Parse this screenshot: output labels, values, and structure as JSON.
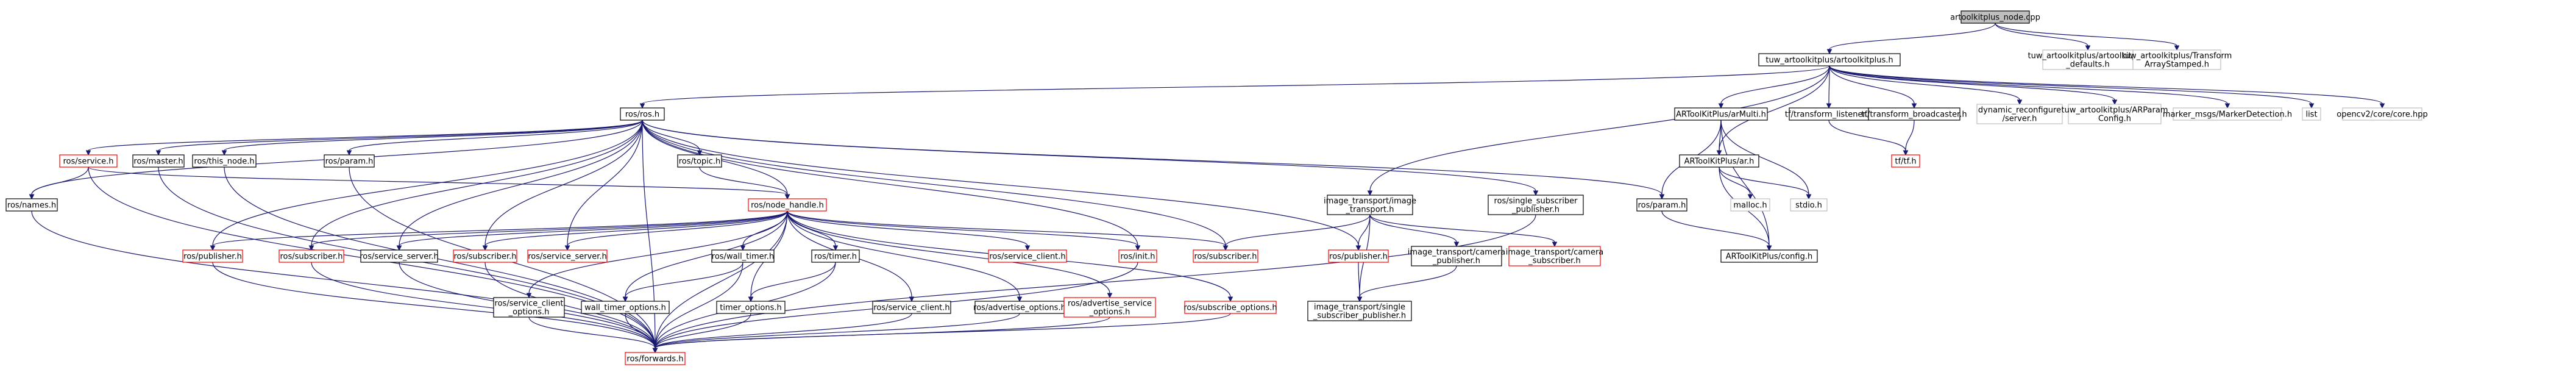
{
  "graph": {
    "nodes": [
      {
        "id": "root",
        "lines": [
          "artoolkitplus_node.cpp"
        ],
        "style": "root"
      },
      {
        "id": "tuw_main",
        "lines": [
          "tuw_artoolkitplus/artoolkitplus.h"
        ],
        "style": "normal"
      },
      {
        "id": "tuw_defaults",
        "lines": [
          "tuw_artoolkitplus/artoolkitplus",
          "_defaults.h"
        ],
        "style": "ext"
      },
      {
        "id": "tuw_transform",
        "lines": [
          "tuw_artoolkitplus/Transform",
          "ArrayStamped.h"
        ],
        "style": "ext"
      },
      {
        "id": "ros_ros",
        "lines": [
          "ros/ros.h"
        ],
        "style": "normal"
      },
      {
        "id": "armulti",
        "lines": [
          "ARToolKitPlus/arMulti.h"
        ],
        "style": "normal"
      },
      {
        "id": "tf_listener",
        "lines": [
          "tf/transform_listener.h"
        ],
        "style": "normal"
      },
      {
        "id": "tf_broadcaster",
        "lines": [
          "tf/transform_broadcaster.h"
        ],
        "style": "normal"
      },
      {
        "id": "dyn_reconf",
        "lines": [
          "dynamic_reconfigure",
          "/server.h"
        ],
        "style": "ext"
      },
      {
        "id": "tuw_arparam",
        "lines": [
          "tuw_artoolkitplus/ARParam",
          "Config.h"
        ],
        "style": "ext"
      },
      {
        "id": "marker_msgs",
        "lines": [
          "marker_msgs/MarkerDetection.h"
        ],
        "style": "ext"
      },
      {
        "id": "list",
        "lines": [
          "list"
        ],
        "style": "ext"
      },
      {
        "id": "opencv",
        "lines": [
          "opencv2/core/core.hpp"
        ],
        "style": "ext"
      },
      {
        "id": "ros_service",
        "lines": [
          "ros/service.h"
        ],
        "style": "ref"
      },
      {
        "id": "ros_master",
        "lines": [
          "ros/master.h"
        ],
        "style": "normal"
      },
      {
        "id": "ros_this_node",
        "lines": [
          "ros/this_node.h"
        ],
        "style": "normal"
      },
      {
        "id": "ros_param_a",
        "lines": [
          "ros/param.h"
        ],
        "style": "normal"
      },
      {
        "id": "ros_topic",
        "lines": [
          "ros/topic.h"
        ],
        "style": "normal"
      },
      {
        "id": "image_transport",
        "lines": [
          "image_transport/image",
          "_transport.h"
        ],
        "style": "normal"
      },
      {
        "id": "ros_single_sub",
        "lines": [
          "ros/single_subscriber",
          "_publisher.h"
        ],
        "style": "normal"
      },
      {
        "id": "ros_param_b",
        "lines": [
          "ros/param.h"
        ],
        "style": "normal"
      },
      {
        "id": "ar_h",
        "lines": [
          "ARToolKitPlus/ar.h"
        ],
        "style": "normal"
      },
      {
        "id": "tf_tf",
        "lines": [
          "tf/tf.h"
        ],
        "style": "ref"
      },
      {
        "id": "ros_names",
        "lines": [
          "ros/names.h"
        ],
        "style": "normal"
      },
      {
        "id": "ros_node_handle",
        "lines": [
          "ros/node_handle.h"
        ],
        "style": "ref"
      },
      {
        "id": "malloc",
        "lines": [
          "malloc.h"
        ],
        "style": "ext"
      },
      {
        "id": "stdio",
        "lines": [
          "stdio.h"
        ],
        "style": "ext"
      },
      {
        "id": "ros_publisher_a",
        "lines": [
          "ros/publisher.h"
        ],
        "style": "ref"
      },
      {
        "id": "ros_subscriber_a",
        "lines": [
          "ros/subscriber.h"
        ],
        "style": "ref"
      },
      {
        "id": "ros_service_server_a",
        "lines": [
          "ros/service_server.h"
        ],
        "style": "normal"
      },
      {
        "id": "ros_subscriber_b",
        "lines": [
          "ros/subscriber.h"
        ],
        "style": "ref"
      },
      {
        "id": "ros_service_server_b",
        "lines": [
          "ros/service_server.h"
        ],
        "style": "ref"
      },
      {
        "id": "ros_wall_timer",
        "lines": [
          "ros/wall_timer.h"
        ],
        "style": "normal"
      },
      {
        "id": "ros_timer",
        "lines": [
          "ros/timer.h"
        ],
        "style": "normal"
      },
      {
        "id": "ros_service_client_a",
        "lines": [
          "ros/service_client.h"
        ],
        "style": "ref"
      },
      {
        "id": "ros_init",
        "lines": [
          "ros/init.h"
        ],
        "style": "ref"
      },
      {
        "id": "ros_subscriber_c",
        "lines": [
          "ros/subscriber.h"
        ],
        "style": "ref"
      },
      {
        "id": "ros_publisher_b",
        "lines": [
          "ros/publisher.h"
        ],
        "style": "ref"
      },
      {
        "id": "it_camera_pub",
        "lines": [
          "image_transport/camera",
          "_publisher.h"
        ],
        "style": "normal"
      },
      {
        "id": "it_camera_sub",
        "lines": [
          "image_transport/camera",
          "_subscriber.h"
        ],
        "style": "ref"
      },
      {
        "id": "arconfig",
        "lines": [
          "ARToolKitPlus/config.h"
        ],
        "style": "normal"
      },
      {
        "id": "ros_service_client_opts",
        "lines": [
          "ros/service_client",
          "_options.h"
        ],
        "style": "normal"
      },
      {
        "id": "ros_wall_timer_opts",
        "lines": [
          "wall_timer_options.h"
        ],
        "style": "normal"
      },
      {
        "id": "ros_timer_opts",
        "lines": [
          "timer_options.h"
        ],
        "style": "normal"
      },
      {
        "id": "ros_service_client_b",
        "lines": [
          "ros/service_client.h"
        ],
        "style": "normal"
      },
      {
        "id": "ros_advertise_opts",
        "lines": [
          "ros/advertise_options.h"
        ],
        "style": "normal"
      },
      {
        "id": "ros_advertise_service_opts",
        "lines": [
          "ros/advertise_service",
          "_options.h"
        ],
        "style": "ref"
      },
      {
        "id": "ros_subscribe_opts",
        "lines": [
          "ros/subscribe_options.h"
        ],
        "style": "ref"
      },
      {
        "id": "it_single_sub_pub",
        "lines": [
          "image_transport/single",
          "_subscriber_publisher.h"
        ],
        "style": "normal"
      },
      {
        "id": "ros_forwards",
        "lines": [
          "ros/forwards.h"
        ],
        "style": "ref"
      }
    ],
    "edges": [
      [
        "root",
        "tuw_main"
      ],
      [
        "root",
        "tuw_defaults"
      ],
      [
        "root",
        "tuw_transform"
      ],
      [
        "tuw_main",
        "ros_ros"
      ],
      [
        "tuw_main",
        "armulti"
      ],
      [
        "tuw_main",
        "ar_h"
      ],
      [
        "tuw_main",
        "tf_listener"
      ],
      [
        "tuw_main",
        "tf_broadcaster"
      ],
      [
        "tuw_main",
        "dyn_reconf"
      ],
      [
        "tuw_main",
        "tuw_arparam"
      ],
      [
        "tuw_main",
        "marker_msgs"
      ],
      [
        "tuw_main",
        "list"
      ],
      [
        "tuw_main",
        "opencv"
      ],
      [
        "tuw_main",
        "image_transport"
      ],
      [
        "ros_ros",
        "ros_service"
      ],
      [
        "ros_ros",
        "ros_master"
      ],
      [
        "ros_ros",
        "ros_this_node"
      ],
      [
        "ros_ros",
        "ros_param_a"
      ],
      [
        "ros_ros",
        "ros_topic"
      ],
      [
        "ros_ros",
        "ros_node_handle"
      ],
      [
        "ros_ros",
        "ros_names"
      ],
      [
        "ros_ros",
        "ros_publisher_a"
      ],
      [
        "ros_ros",
        "ros_subscriber_a"
      ],
      [
        "ros_ros",
        "ros_service_server_a"
      ],
      [
        "ros_ros",
        "ros_subscriber_b"
      ],
      [
        "ros_ros",
        "ros_service_server_b"
      ],
      [
        "ros_ros",
        "ros_init"
      ],
      [
        "ros_ros",
        "ros_subscriber_c"
      ],
      [
        "ros_ros",
        "ros_publisher_b"
      ],
      [
        "ros_ros",
        "ros_single_sub"
      ],
      [
        "ros_ros",
        "ros_param_b"
      ],
      [
        "ros_ros",
        "ros_forwards"
      ],
      [
        "ros_service",
        "ros_names"
      ],
      [
        "ros_service",
        "ros_node_handle"
      ],
      [
        "ros_service",
        "ros_forwards"
      ],
      [
        "ros_master",
        "ros_forwards"
      ],
      [
        "ros_this_node",
        "ros_forwards"
      ],
      [
        "ros_param_a",
        "ros_forwards"
      ],
      [
        "ros_topic",
        "ros_node_handle"
      ],
      [
        "ros_names",
        "ros_forwards"
      ],
      [
        "ros_node_handle",
        "ros_publisher_a"
      ],
      [
        "ros_node_handle",
        "ros_subscriber_a"
      ],
      [
        "ros_node_handle",
        "ros_service_server_a"
      ],
      [
        "ros_node_handle",
        "ros_subscriber_b"
      ],
      [
        "ros_node_handle",
        "ros_service_server_b"
      ],
      [
        "ros_node_handle",
        "ros_wall_timer"
      ],
      [
        "ros_node_handle",
        "ros_timer"
      ],
      [
        "ros_node_handle",
        "ros_service_client_a"
      ],
      [
        "ros_node_handle",
        "ros_init"
      ],
      [
        "ros_node_handle",
        "ros_subscriber_c"
      ],
      [
        "ros_node_handle",
        "ros_service_client_opts"
      ],
      [
        "ros_node_handle",
        "ros_wall_timer_opts"
      ],
      [
        "ros_node_handle",
        "ros_timer_opts"
      ],
      [
        "ros_node_handle",
        "ros_service_client_b"
      ],
      [
        "ros_node_handle",
        "ros_advertise_opts"
      ],
      [
        "ros_node_handle",
        "ros_advertise_service_opts"
      ],
      [
        "ros_node_handle",
        "ros_subscribe_opts"
      ],
      [
        "ros_node_handle",
        "ros_forwards"
      ],
      [
        "ros_publisher_a",
        "ros_forwards"
      ],
      [
        "ros_subscriber_a",
        "ros_forwards"
      ],
      [
        "ros_service_server_a",
        "ros_forwards"
      ],
      [
        "ros_subscriber_b",
        "ros_forwards"
      ],
      [
        "ros_wall_timer",
        "ros_wall_timer_opts"
      ],
      [
        "ros_wall_timer",
        "ros_forwards"
      ],
      [
        "ros_timer",
        "ros_timer_opts"
      ],
      [
        "ros_timer",
        "ros_forwards"
      ],
      [
        "ros_service_client_opts",
        "ros_forwards"
      ],
      [
        "ros_wall_timer_opts",
        "ros_forwards"
      ],
      [
        "ros_timer_opts",
        "ros_forwards"
      ],
      [
        "ros_service_client_b",
        "ros_forwards"
      ],
      [
        "ros_advertise_opts",
        "ros_forwards"
      ],
      [
        "ros_advertise_service_opts",
        "ros_forwards"
      ],
      [
        "ros_subscribe_opts",
        "ros_forwards"
      ],
      [
        "ros_init",
        "ros_forwards"
      ],
      [
        "image_transport",
        "ros_subscriber_c"
      ],
      [
        "image_transport",
        "ros_publisher_b"
      ],
      [
        "image_transport",
        "it_camera_pub"
      ],
      [
        "image_transport",
        "it_camera_sub"
      ],
      [
        "image_transport",
        "it_single_sub_pub"
      ],
      [
        "ros_single_sub",
        "ros_forwards"
      ],
      [
        "ros_publisher_b",
        "it_single_sub_pub"
      ],
      [
        "it_camera_pub",
        "it_single_sub_pub"
      ],
      [
        "armulti",
        "ar_h"
      ],
      [
        "armulti",
        "ros_param_b"
      ],
      [
        "armulti",
        "stdio"
      ],
      [
        "armulti",
        "arconfig"
      ],
      [
        "ar_h",
        "malloc"
      ],
      [
        "ar_h",
        "stdio"
      ],
      [
        "ar_h",
        "arconfig"
      ],
      [
        "ros_param_b",
        "arconfig"
      ],
      [
        "tf_listener",
        "tf_tf"
      ],
      [
        "tf_broadcaster",
        "tf_tf"
      ]
    ]
  }
}
